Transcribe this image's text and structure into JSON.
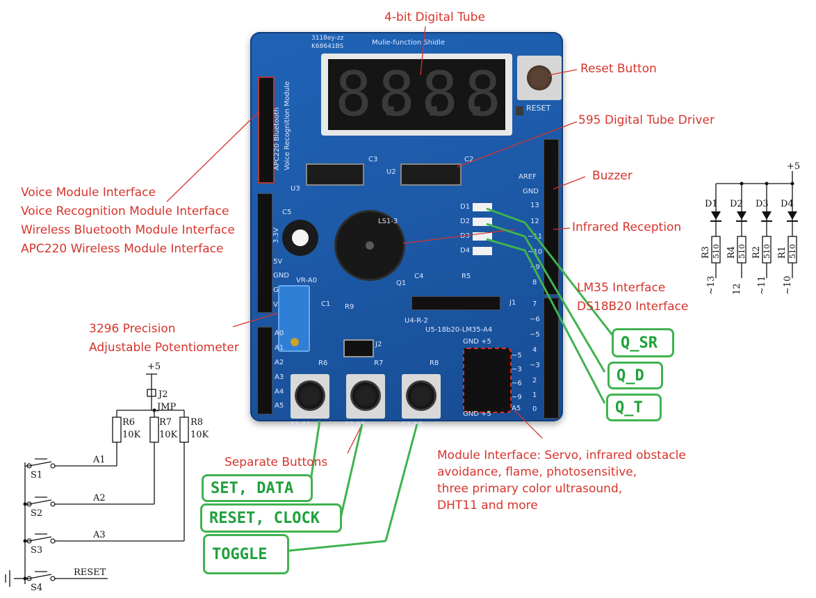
{
  "callouts": {
    "tube": "4-bit Digital Tube",
    "reset": "Reset Button",
    "driver": "595 Digital Tube Driver",
    "buzzer": "Buzzer",
    "ir": "Infrared Reception",
    "lm35": "LM35 Interface",
    "ds18b20": "DS18B20 Interface",
    "voice_lines": [
      "Voice Module Interface",
      "Voice Recognition Module Interface",
      "Wireless Bluetooth Module Interface",
      "APC220 Wireless Module Interface"
    ],
    "pot_lines": [
      "3296 Precision",
      "Adjustable Potentiometer"
    ],
    "buttons": "Separate Buttons",
    "module_lines": [
      "Module Interface: Servo, infrared obstacle",
      "avoidance, flame, photosensitive,",
      "three primary color ultrasound,",
      "DHT11 and more"
    ]
  },
  "annotations": {
    "q_sr": "Q_SR",
    "q_d": "Q_D",
    "q_t": "Q_T",
    "set_data": "SET, DATA",
    "reset_clock": "RESET, CLOCK",
    "toggle": "TOGGLE"
  },
  "board": {
    "model_top": "3118ey-zz",
    "model_bottom": "K68641BS",
    "title": "Mulie-function Shidle",
    "digits": [
      "8.",
      "8.",
      "8.",
      "8."
    ],
    "reset_label": "RESET",
    "voice_vertical_1": "APC220 Bluetooth",
    "voice_vertical_2": "Voice Recognition Module",
    "refs": {
      "c3": "C3",
      "c2": "C2",
      "u3": "U3",
      "u2": "U2",
      "c5": "C5",
      "ls": "LS1-3",
      "d1": "D1",
      "d2": "D2",
      "d3": "D3",
      "d4": "D4",
      "c4": "C4",
      "r5": "R5",
      "q1": "Q1",
      "r9": "R9",
      "c1": "C1",
      "vr": "VR-A0",
      "u4": "U4-R-2",
      "u5": "U5-18b20-LM35-A4",
      "j1": "J1",
      "j2": "J2",
      "r6": "R6",
      "r7": "R7",
      "r8": "R8",
      "s1": "S1-A1",
      "s2": "S2-A2",
      "s3": "S3-A3",
      "gnd5": "GND +5",
      "gnd5b": "GND +5",
      "aref": "AREF",
      "gnd": "GND",
      "v33": "3.3V",
      "v5": "5V",
      "gnd_l1": "GND",
      "gnd_l2": "GND",
      "vin": "VIN",
      "a0": "A0",
      "a1": "A1",
      "a2": "A2",
      "a3": "A3",
      "a4": "A4",
      "a5": "A5",
      "n13": "13",
      "n12": "12",
      "n11": "~11",
      "n10": "~10",
      "n9": "~9",
      "n8": "8",
      "n7": "7",
      "n6": "~6",
      "n5": "~5",
      "n4": "4",
      "n3": "~3",
      "n2": "2",
      "n1": "1",
      "n0": "0",
      "h5": "~5",
      "h3": "~3",
      "h6": "~6",
      "h9": "~9",
      "ha5": "A5"
    }
  },
  "schematic_right": {
    "supply": "+5",
    "leds": [
      "D1",
      "D2",
      "D3",
      "D4"
    ],
    "resistors": [
      "R3",
      "R4",
      "R2",
      "R1"
    ],
    "values": [
      "510",
      "510",
      "510",
      "510"
    ],
    "pins": [
      "~13",
      "12",
      "~11",
      "~10"
    ]
  },
  "schematic_left": {
    "supply": "+5",
    "jumper": "J2",
    "jumper_label": "JMP",
    "resistors": [
      "R6",
      "R7",
      "R8"
    ],
    "values": [
      "10K",
      "10K",
      "10K"
    ],
    "switches": [
      "S1",
      "S2",
      "S3",
      "S4"
    ],
    "nets": [
      "A1",
      "A2",
      "A3",
      "RESET"
    ]
  }
}
